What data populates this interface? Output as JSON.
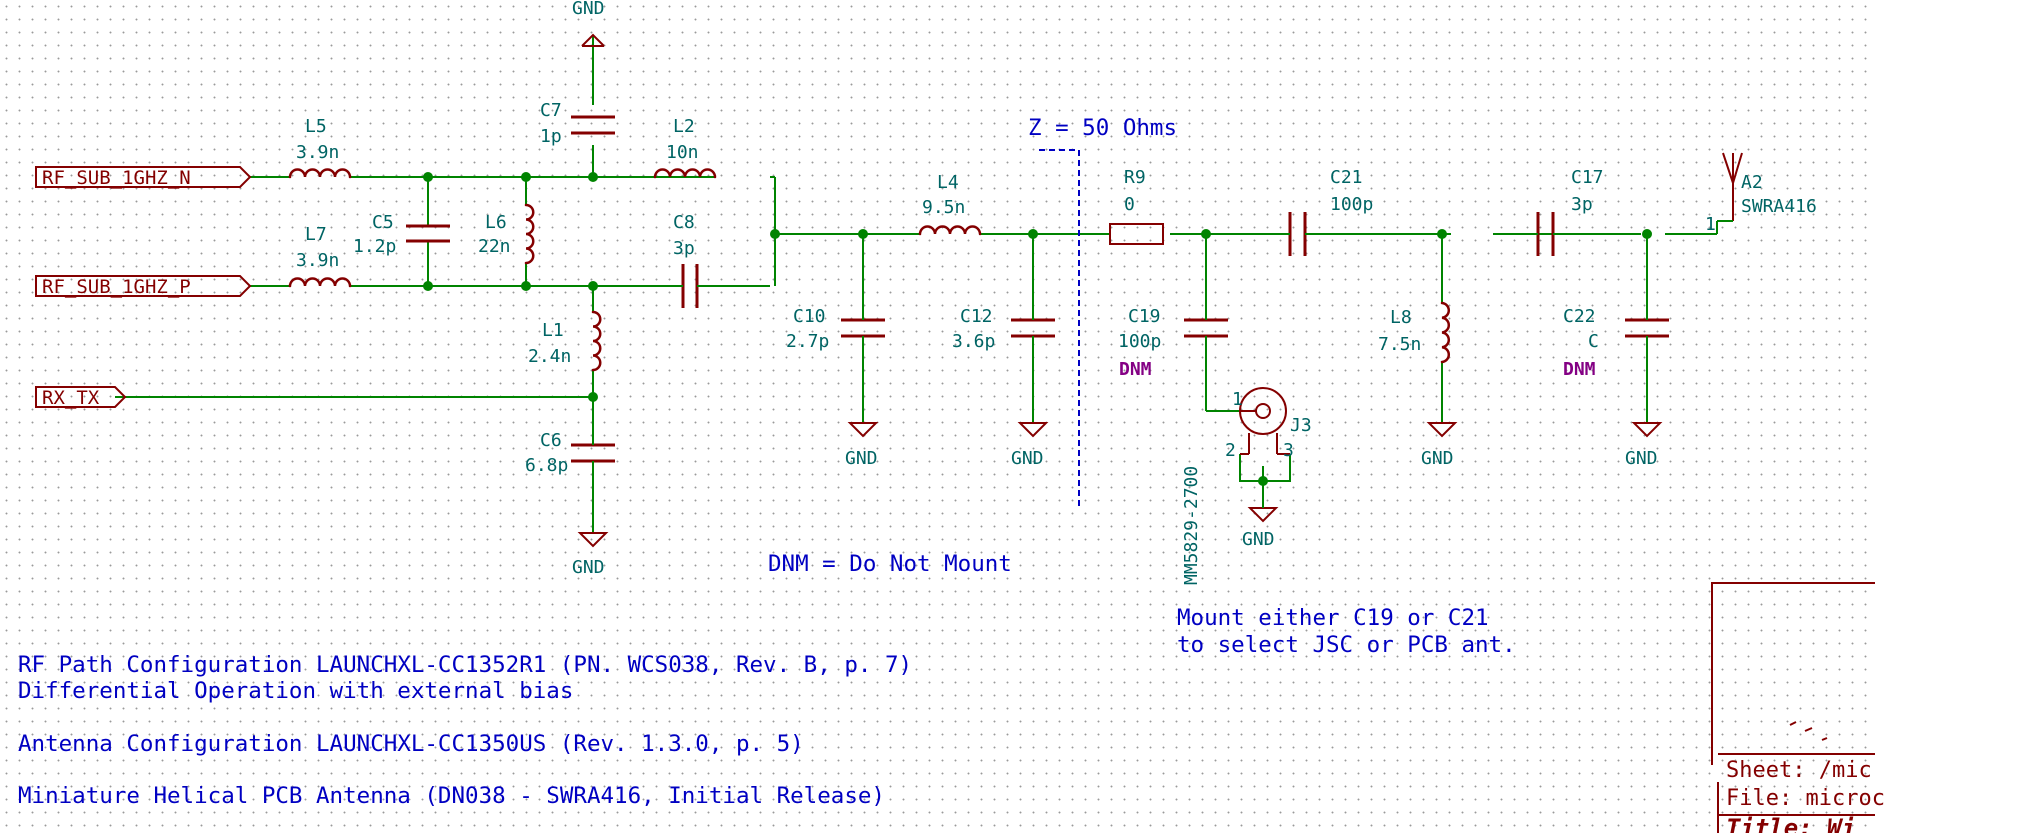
{
  "labels": {
    "rf_n": "RF_SUB_1GHZ_N",
    "rf_p": "RF_SUB_1GHZ_P",
    "rx_tx": "RX_TX"
  },
  "components": {
    "L5": {
      "ref": "L5",
      "value": "3.9n"
    },
    "L7": {
      "ref": "L7",
      "value": "3.9n"
    },
    "C5": {
      "ref": "C5",
      "value": "1.2p"
    },
    "L6": {
      "ref": "L6",
      "value": "22n"
    },
    "C7": {
      "ref": "C7",
      "value": "1p"
    },
    "L2": {
      "ref": "L2",
      "value": "10n"
    },
    "C8": {
      "ref": "C8",
      "value": "3p"
    },
    "L1": {
      "ref": "L1",
      "value": "2.4n"
    },
    "C6": {
      "ref": "C6",
      "value": "6.8p"
    },
    "L4": {
      "ref": "L4",
      "value": "9.5n"
    },
    "C10": {
      "ref": "C10",
      "value": "2.7p"
    },
    "C12": {
      "ref": "C12",
      "value": "3.6p"
    },
    "R9": {
      "ref": "R9",
      "value": "0"
    },
    "C19": {
      "ref": "C19",
      "value": "100p",
      "dnm": "DNM"
    },
    "C21": {
      "ref": "C21",
      "value": "100p"
    },
    "L8": {
      "ref": "L8",
      "value": "7.5n"
    },
    "C17": {
      "ref": "C17",
      "value": "3p"
    },
    "C22": {
      "ref": "C22",
      "value": "C",
      "dnm": "DNM"
    },
    "A2": {
      "ref": "A2",
      "value": "SWRA416",
      "pin": "1"
    },
    "J3": {
      "ref": "J3",
      "value": "MM5829-2700",
      "pin1": "1",
      "pin2": "2",
      "pin3": "3"
    }
  },
  "gnd": "GND",
  "notes": {
    "impedance": "Z = 50 Ohms",
    "dnm_legend": "DNM = Do Not Mount",
    "mount_line1": "Mount either C19 or C21",
    "mount_line2": "to select JSC or PCB ant.",
    "rf_path_line1": "RF Path Configuration LAUNCHXL-CC1352R1 (PN. WCS038, Rev. B, p. 7)",
    "rf_path_line2": "Differential Operation with external bias",
    "antenna_config": "Antenna Configuration LAUNCHXL-CC1350US (Rev. 1.3.0, p. 5)",
    "helical": "Miniature Helical PCB Antenna (DN038 - SWRA416, Initial Release)"
  },
  "title_block": {
    "sheet": "Sheet: /mic",
    "file": "File: microc",
    "title": "Title: Wi"
  },
  "colors": {
    "wire": "#008400",
    "component": "#840000",
    "reference": "#006464",
    "note": "#0000c2",
    "dnm": "#840084"
  }
}
